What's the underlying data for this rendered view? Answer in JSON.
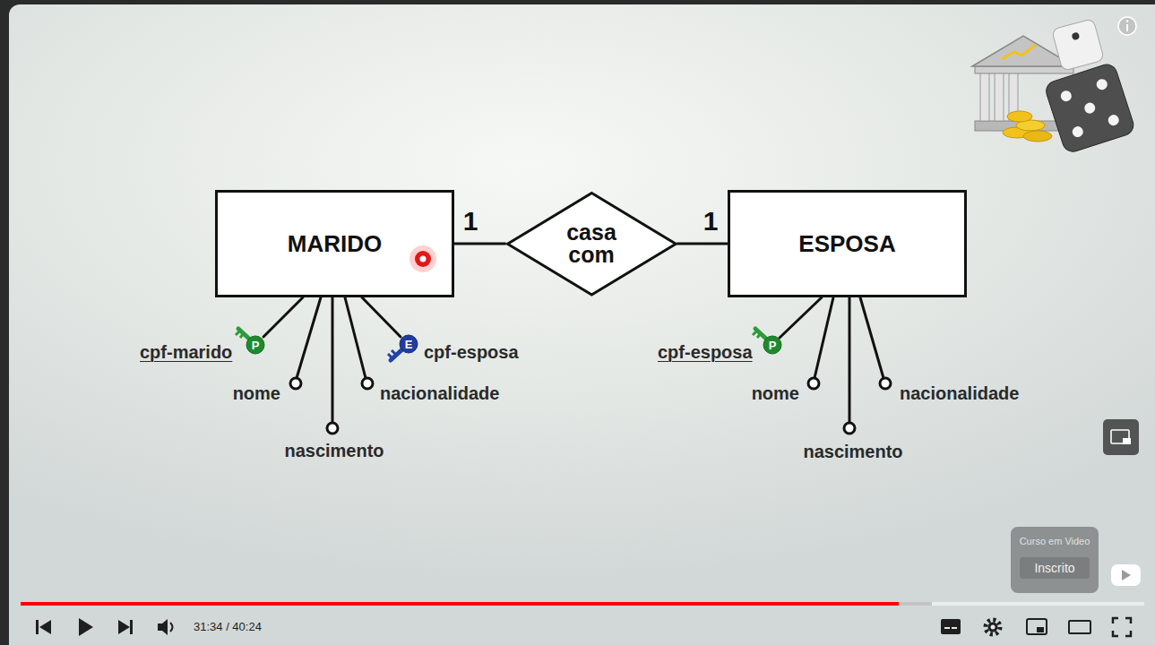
{
  "diagram": {
    "nodes": [
      {
        "text": [
          "MARIDO"
        ]
      },
      {
        "text": [
          "casa com"
        ]
      },
      {
        "text": [
          "ESPOSA"
        ]
      }
    ],
    "edges": [
      {
        "from": 0,
        "to": 1,
        "arrow": "none",
        "label": "1"
      },
      {
        "from": 1,
        "to": 2,
        "arrow": "none",
        "label": "1"
      }
    ],
    "labels": [
      "cpf-marido",
      "P",
      "nome",
      "nascimento",
      "nacionalidade",
      "E",
      "cpf-esposa",
      "cpf-esposa",
      "P",
      "nome",
      "nascimento",
      "nacionalidade",
      "31:34 / 40:24",
      "Curso em Video",
      "Inscrito"
    ]
  }
}
